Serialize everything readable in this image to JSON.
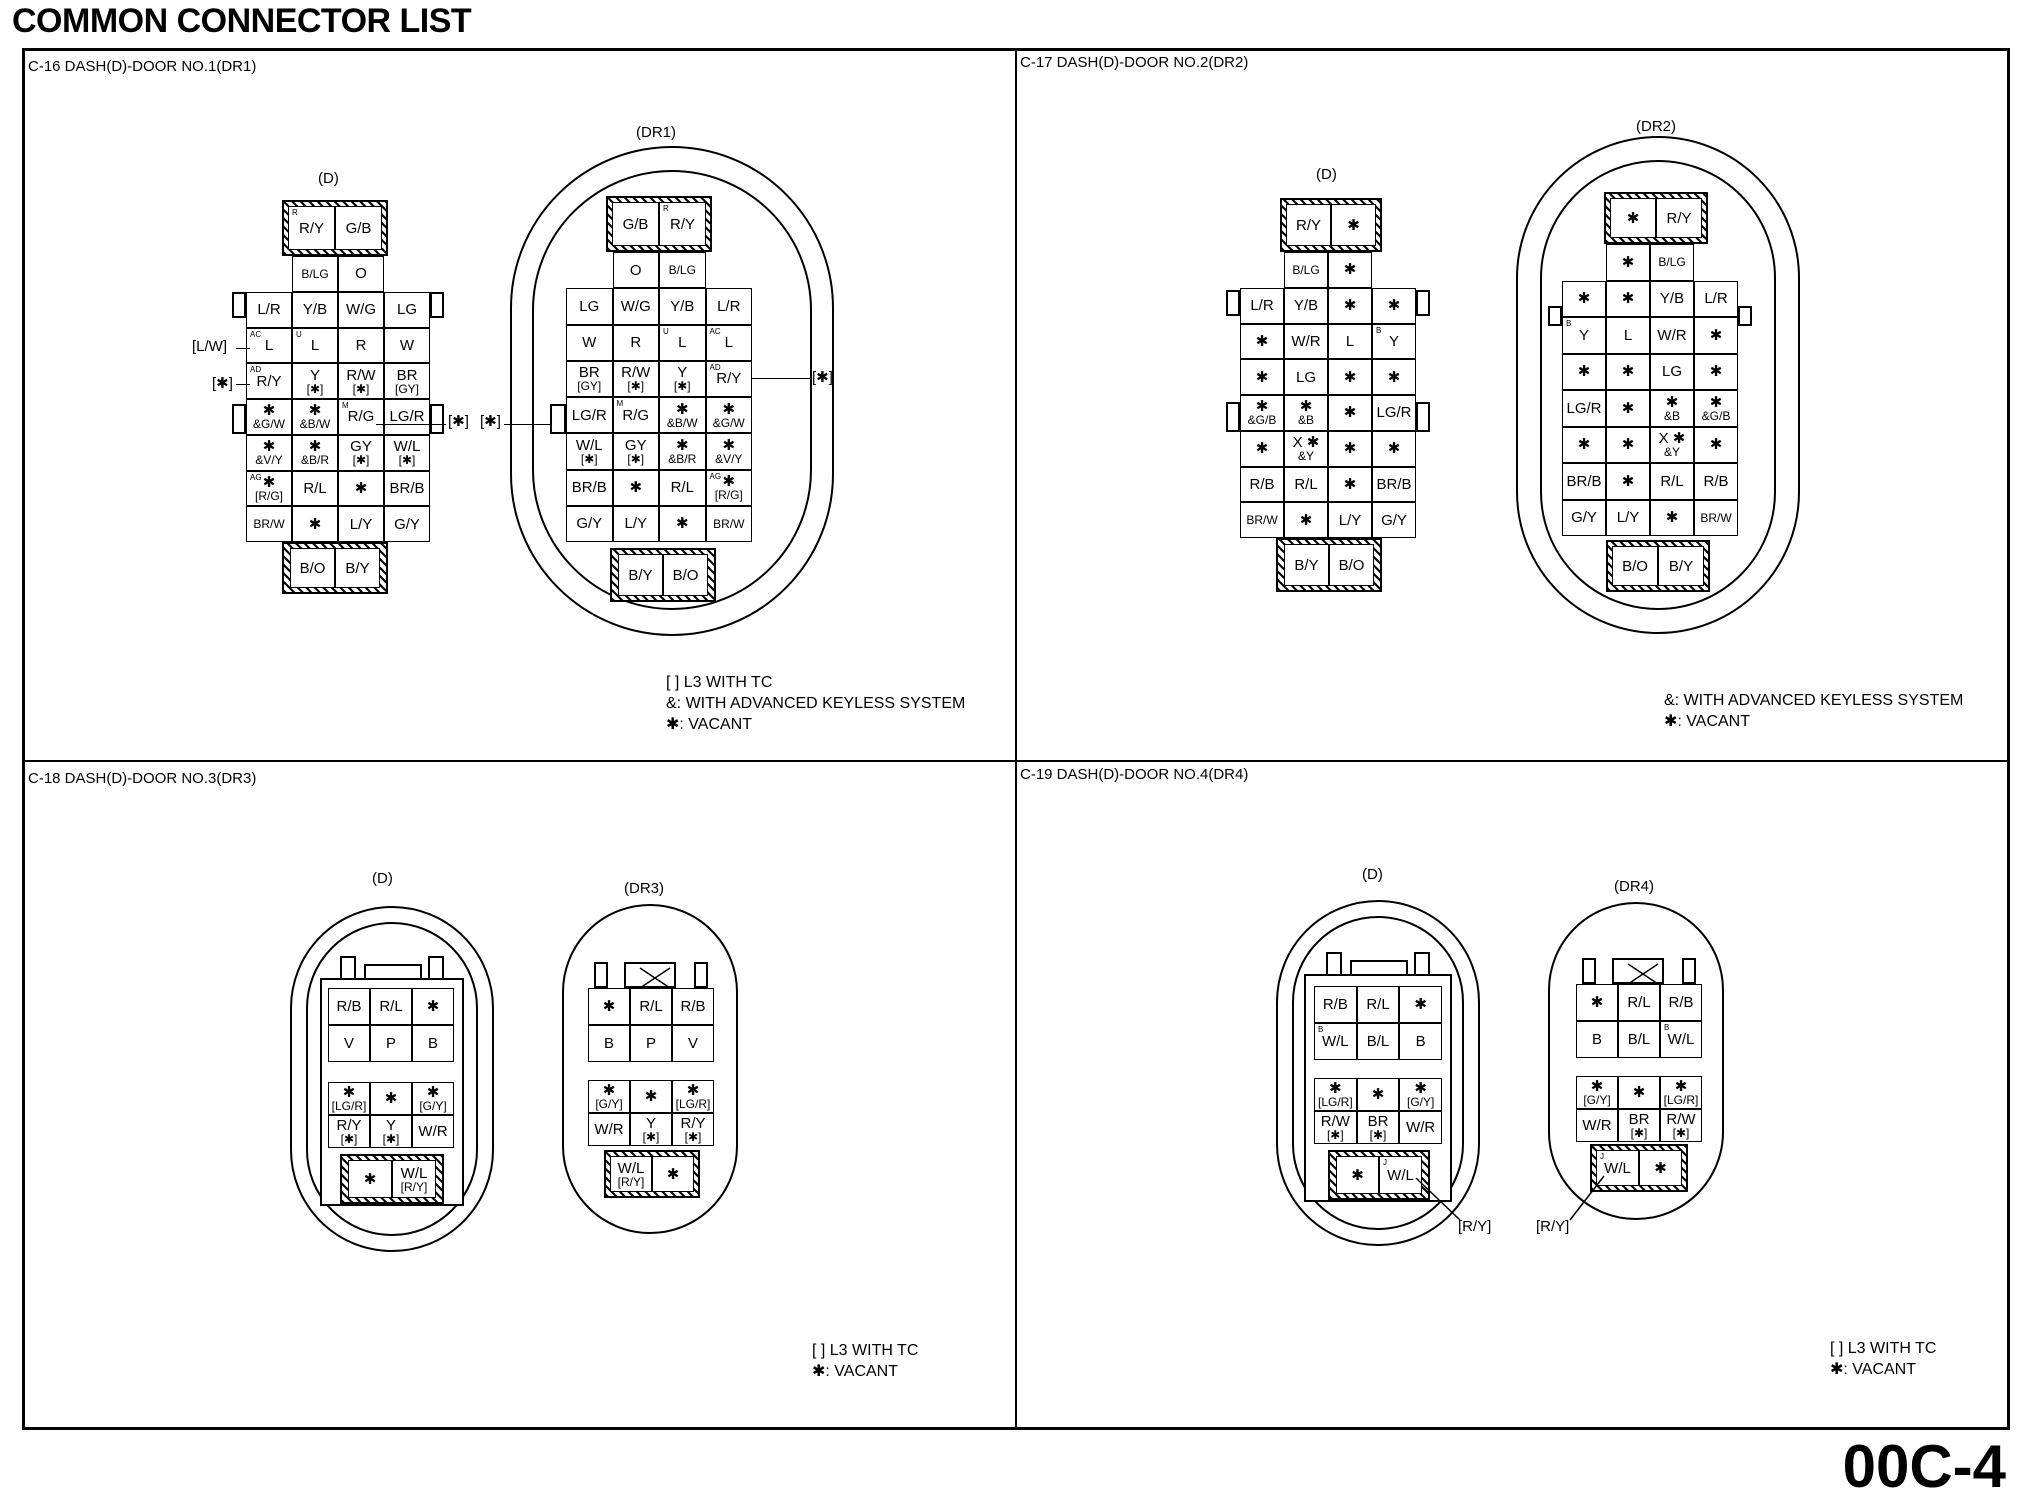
{
  "title": "COMMON CONNECTOR LIST",
  "page_number": "00C-4",
  "panels": {
    "c16": {
      "title": "C-16 DASH(D)-DOOR NO.1(DR1)",
      "d_label": "(D)",
      "dr_label": "(DR1)",
      "ext_lw": "[L/W]",
      "ext_star1": "[✱]",
      "ext_star2": "[✱]",
      "ext_star3": "[✱]",
      "ext_star4": "[✱]",
      "legend": [
        "[ ] L3 WITH TC",
        "&: WITH ADVANCED KEYLESS SYSTEM",
        "✱: VACANT"
      ]
    },
    "c17": {
      "title": "C-17 DASH(D)-DOOR NO.2(DR2)",
      "d_label": "(D)",
      "dr_label": "(DR2)",
      "legend": [
        "&: WITH ADVANCED KEYLESS SYSTEM",
        "✱: VACANT"
      ]
    },
    "c18": {
      "title": "C-18 DASH(D)-DOOR NO.3(DR3)",
      "d_label": "(D)",
      "dr_label": "(DR3)",
      "legend": [
        "[ ] L3 WITH TC",
        "✱: VACANT"
      ]
    },
    "c19": {
      "title": "C-19 DASH(D)-DOOR NO.4(DR4)",
      "d_label": "(D)",
      "dr_label": "(DR4)",
      "ext_ry1": "[R/Y]",
      "ext_ry2": "[R/Y]",
      "legend": [
        "[ ] L3 WITH TC",
        "✱: VACANT"
      ]
    }
  },
  "connectors": {
    "c16_d": {
      "cols": 4,
      "top_lock": [
        {
          "t": "R/Y",
          "s": "R"
        },
        {
          "t": "G/B"
        }
      ],
      "rows": [
        [
          {
            "e": 1
          },
          {
            "t": "B/LG",
            "c": "sm"
          },
          {
            "t": "O"
          },
          {
            "e": 1
          }
        ],
        [
          {
            "t": "L/R"
          },
          {
            "t": "Y/B"
          },
          {
            "t": "W/G"
          },
          {
            "t": "LG"
          }
        ],
        [
          {
            "t": "L",
            "s": "AC"
          },
          {
            "t": "L",
            "s": "U"
          },
          {
            "t": "R"
          },
          {
            "t": "W"
          }
        ],
        [
          {
            "t": "R/Y",
            "s": "AD"
          },
          {
            "t": "Y",
            "t2": "[✱]"
          },
          {
            "t": "R/W",
            "t2": "[✱]"
          },
          {
            "t": "BR",
            "t2": "[GY]"
          }
        ],
        [
          {
            "t": "✱",
            "t2": "&G/W"
          },
          {
            "t": "✱",
            "t2": "&B/W"
          },
          {
            "t": "R/G",
            "s": "M"
          },
          {
            "t": "LG/R"
          }
        ],
        [
          {
            "t": "✱",
            "t2": "&V/Y"
          },
          {
            "t": "✱",
            "t2": "&B/R"
          },
          {
            "t": "GY",
            "t2": "[✱]"
          },
          {
            "t": "W/L",
            "t2": "[✱]"
          }
        ],
        [
          {
            "t": "✱",
            "t2": "[R/G]",
            "s": "AG"
          },
          {
            "t": "R/L"
          },
          {
            "t": "✱"
          },
          {
            "t": "BR/B"
          }
        ],
        [
          {
            "t": "BR/W",
            "c": "sm"
          },
          {
            "t": "✱"
          },
          {
            "t": "L/Y"
          },
          {
            "t": "G/Y"
          }
        ]
      ],
      "bottom_lock": [
        {
          "t": "B/O"
        },
        {
          "t": "B/Y"
        }
      ]
    },
    "c16_dr": {
      "cols": 4,
      "top_lock": [
        {
          "t": "G/B"
        },
        {
          "t": "R/Y",
          "s": "R"
        }
      ],
      "rows": [
        [
          {
            "e": 1
          },
          {
            "t": "O"
          },
          {
            "t": "B/LG",
            "c": "sm"
          },
          {
            "e": 1
          }
        ],
        [
          {
            "t": "LG"
          },
          {
            "t": "W/G"
          },
          {
            "t": "Y/B"
          },
          {
            "t": "L/R"
          }
        ],
        [
          {
            "t": "W"
          },
          {
            "t": "R"
          },
          {
            "t": "L",
            "s": "U"
          },
          {
            "t": "L",
            "s": "AC"
          }
        ],
        [
          {
            "t": "BR",
            "t2": "[GY]"
          },
          {
            "t": "R/W",
            "t2": "[✱]"
          },
          {
            "t": "Y",
            "t2": "[✱]"
          },
          {
            "t": "R/Y",
            "s": "AD"
          }
        ],
        [
          {
            "t": "LG/R"
          },
          {
            "t": "R/G",
            "s": "M"
          },
          {
            "t": "✱",
            "t2": "&B/W"
          },
          {
            "t": "✱",
            "t2": "&G/W"
          }
        ],
        [
          {
            "t": "W/L",
            "t2": "[✱]"
          },
          {
            "t": "GY",
            "t2": "[✱]"
          },
          {
            "t": "✱",
            "t2": "&B/R"
          },
          {
            "t": "✱",
            "t2": "&V/Y"
          }
        ],
        [
          {
            "t": "BR/B"
          },
          {
            "t": "✱"
          },
          {
            "t": "R/L"
          },
          {
            "t": "✱",
            "t2": "[R/G]",
            "s": "AG"
          }
        ],
        [
          {
            "t": "G/Y"
          },
          {
            "t": "L/Y"
          },
          {
            "t": "✱"
          },
          {
            "t": "BR/W",
            "c": "sm"
          }
        ]
      ],
      "bottom_lock": [
        {
          "t": "B/Y"
        },
        {
          "t": "B/O"
        }
      ]
    },
    "c17_d": {
      "cols": 4,
      "top_lock": [
        {
          "t": "R/Y"
        },
        {
          "t": "✱"
        }
      ],
      "rows": [
        [
          {
            "e": 1
          },
          {
            "t": "B/LG",
            "c": "sm"
          },
          {
            "t": "✱"
          },
          {
            "e": 1
          }
        ],
        [
          {
            "t": "L/R"
          },
          {
            "t": "Y/B"
          },
          {
            "t": "✱"
          },
          {
            "t": "✱"
          }
        ],
        [
          {
            "t": "✱"
          },
          {
            "t": "W/R"
          },
          {
            "t": "L"
          },
          {
            "t": "Y",
            "s": "B"
          }
        ],
        [
          {
            "t": "✱"
          },
          {
            "t": "LG"
          },
          {
            "t": "✱"
          },
          {
            "t": "✱"
          }
        ],
        [
          {
            "t": "✱",
            "t2": "&G/B"
          },
          {
            "t": "✱",
            "t2": "&B"
          },
          {
            "t": "✱"
          },
          {
            "t": "LG/R"
          }
        ],
        [
          {
            "t": "✱"
          },
          {
            "t": "X ✱",
            "t2": "&Y"
          },
          {
            "t": "✱"
          },
          {
            "t": "✱"
          }
        ],
        [
          {
            "t": "R/B"
          },
          {
            "t": "R/L"
          },
          {
            "t": "✱"
          },
          {
            "t": "BR/B"
          }
        ],
        [
          {
            "t": "BR/W",
            "c": "sm"
          },
          {
            "t": "✱"
          },
          {
            "t": "L/Y"
          },
          {
            "t": "G/Y"
          }
        ]
      ],
      "bottom_lock": [
        {
          "t": "B/Y"
        },
        {
          "t": "B/O"
        }
      ]
    },
    "c17_dr": {
      "cols": 4,
      "top_lock": [
        {
          "t": "✱"
        },
        {
          "t": "R/Y"
        }
      ],
      "rows": [
        [
          {
            "e": 1
          },
          {
            "t": "✱"
          },
          {
            "t": "B/LG",
            "c": "sm"
          },
          {
            "e": 1
          }
        ],
        [
          {
            "t": "✱"
          },
          {
            "t": "✱"
          },
          {
            "t": "Y/B"
          },
          {
            "t": "L/R"
          }
        ],
        [
          {
            "t": "Y",
            "s": "B"
          },
          {
            "t": "L"
          },
          {
            "t": "W/R"
          },
          {
            "t": "✱"
          }
        ],
        [
          {
            "t": "✱"
          },
          {
            "t": "✱"
          },
          {
            "t": "LG"
          },
          {
            "t": "✱"
          }
        ],
        [
          {
            "t": "LG/R"
          },
          {
            "t": "✱"
          },
          {
            "t": "✱",
            "t2": "&B"
          },
          {
            "t": "✱",
            "t2": "&G/B"
          }
        ],
        [
          {
            "t": "✱"
          },
          {
            "t": "✱"
          },
          {
            "t": "X ✱",
            "t2": "&Y"
          },
          {
            "t": "✱"
          }
        ],
        [
          {
            "t": "BR/B"
          },
          {
            "t": "✱"
          },
          {
            "t": "R/L"
          },
          {
            "t": "R/B"
          }
        ],
        [
          {
            "t": "G/Y"
          },
          {
            "t": "L/Y"
          },
          {
            "t": "✱"
          },
          {
            "t": "BR/W",
            "c": "sm"
          }
        ]
      ],
      "bottom_lock": [
        {
          "t": "B/O"
        },
        {
          "t": "B/Y"
        }
      ]
    },
    "c18_d": {
      "cols": 3,
      "upper": [
        [
          {
            "t": "R/B"
          },
          {
            "t": "R/L"
          },
          {
            "t": "✱"
          }
        ],
        [
          {
            "t": "V"
          },
          {
            "t": "P"
          },
          {
            "t": "B"
          }
        ]
      ],
      "lower": [
        [
          {
            "t": "✱",
            "t2": "[LG/R]"
          },
          {
            "t": "✱"
          },
          {
            "t": "✱",
            "t2": "[G/Y]"
          }
        ],
        [
          {
            "t": "R/Y",
            "t2": "[✱]"
          },
          {
            "t": "Y",
            "t2": "[✱]"
          },
          {
            "t": "W/R"
          }
        ]
      ],
      "bottom_lock": [
        {
          "t": "✱"
        },
        {
          "t": "W/L",
          "t2": "[R/Y]"
        }
      ]
    },
    "c18_dr": {
      "cols": 3,
      "upper": [
        [
          {
            "t": "✱"
          },
          {
            "t": "R/L"
          },
          {
            "t": "R/B"
          }
        ],
        [
          {
            "t": "B"
          },
          {
            "t": "P"
          },
          {
            "t": "V"
          }
        ]
      ],
      "lower": [
        [
          {
            "t": "✱",
            "t2": "[G/Y]"
          },
          {
            "t": "✱"
          },
          {
            "t": "✱",
            "t2": "[LG/R]"
          }
        ],
        [
          {
            "t": "W/R"
          },
          {
            "t": "Y",
            "t2": "[✱]"
          },
          {
            "t": "R/Y",
            "t2": "[✱]"
          }
        ]
      ],
      "bottom_lock": [
        {
          "t": "W/L",
          "t2": "[R/Y]"
        },
        {
          "t": "✱"
        }
      ]
    },
    "c19_d": {
      "cols": 3,
      "upper": [
        [
          {
            "t": "R/B"
          },
          {
            "t": "R/L"
          },
          {
            "t": "✱"
          }
        ],
        [
          {
            "t": "W/L",
            "s": "B"
          },
          {
            "t": "B/L"
          },
          {
            "t": "B"
          }
        ]
      ],
      "lower": [
        [
          {
            "t": "✱",
            "t2": "[LG/R]"
          },
          {
            "t": "✱"
          },
          {
            "t": "✱",
            "t2": "[G/Y]"
          }
        ],
        [
          {
            "t": "R/W",
            "t2": "[✱]"
          },
          {
            "t": "BR",
            "t2": "[✱]"
          },
          {
            "t": "W/R"
          }
        ]
      ],
      "bottom_lock": [
        {
          "t": "✱"
        },
        {
          "t": "W/L",
          "s": "J"
        }
      ]
    },
    "c19_dr": {
      "cols": 3,
      "upper": [
        [
          {
            "t": "✱"
          },
          {
            "t": "R/L"
          },
          {
            "t": "R/B"
          }
        ],
        [
          {
            "t": "B"
          },
          {
            "t": "B/L"
          },
          {
            "t": "W/L",
            "s": "B"
          }
        ]
      ],
      "lower": [
        [
          {
            "t": "✱",
            "t2": "[G/Y]"
          },
          {
            "t": "✱"
          },
          {
            "t": "✱",
            "t2": "[LG/R]"
          }
        ],
        [
          {
            "t": "W/R"
          },
          {
            "t": "BR",
            "t2": "[✱]"
          },
          {
            "t": "R/W",
            "t2": "[✱]"
          }
        ]
      ],
      "bottom_lock": [
        {
          "t": "W/L",
          "s": "J"
        },
        {
          "t": "✱"
        }
      ]
    }
  }
}
